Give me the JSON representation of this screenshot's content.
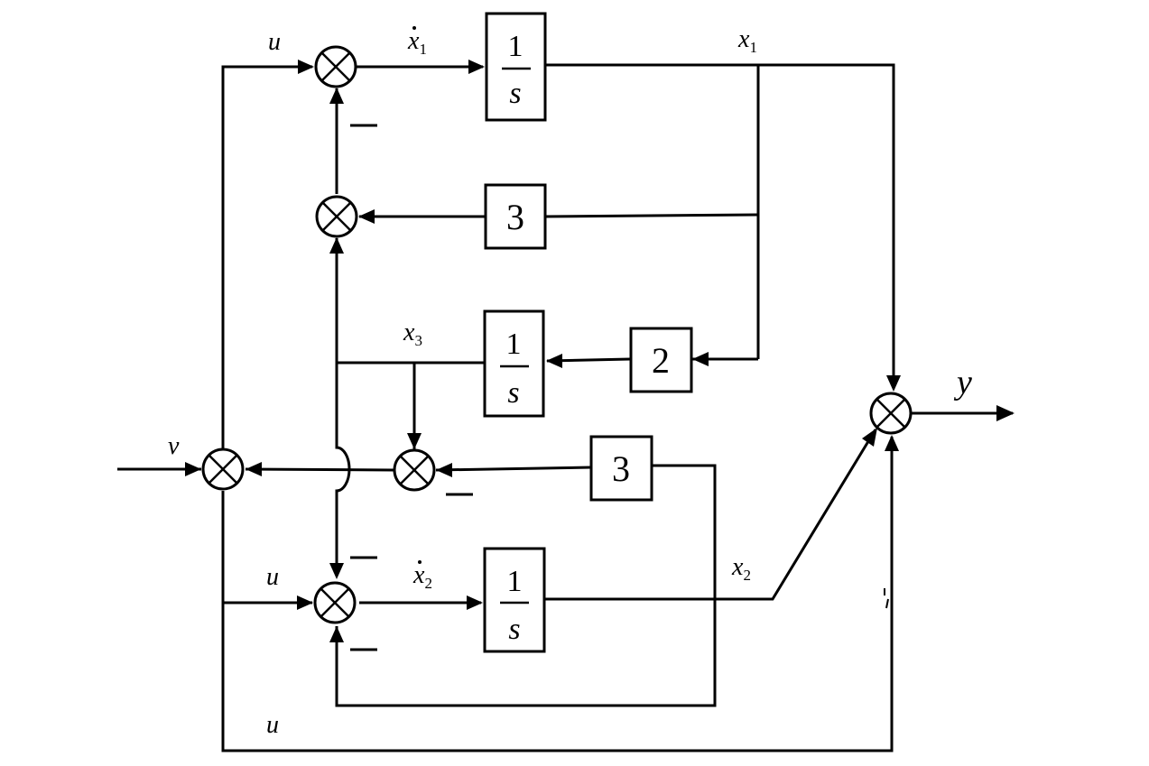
{
  "blocks": {
    "integrator1": {
      "numerator": "1",
      "denominator": "s"
    },
    "integrator2": {
      "numerator": "1",
      "denominator": "s"
    },
    "integrator3": {
      "numerator": "1",
      "denominator": "s"
    },
    "gain_upper": "3",
    "gain_middle": "2",
    "gain_lower": "3"
  },
  "signals": {
    "u_top": {
      "base": "u"
    },
    "xdot1": {
      "base": "x",
      "sub": "1"
    },
    "x1": {
      "base": "x",
      "sub": "1"
    },
    "x3": {
      "base": "x",
      "sub": "3"
    },
    "v": {
      "base": "v"
    },
    "u_mid": {
      "base": "u"
    },
    "xdot2": {
      "base": "x",
      "sub": "2"
    },
    "x2": {
      "base": "x",
      "sub": "2"
    },
    "u_bottom": {
      "base": "u"
    },
    "y": "y"
  },
  "signs": {
    "minus_sum1": "—",
    "minus_sum5": "—",
    "minus_sum3": "—",
    "minus_sum3_bottom": "—"
  }
}
